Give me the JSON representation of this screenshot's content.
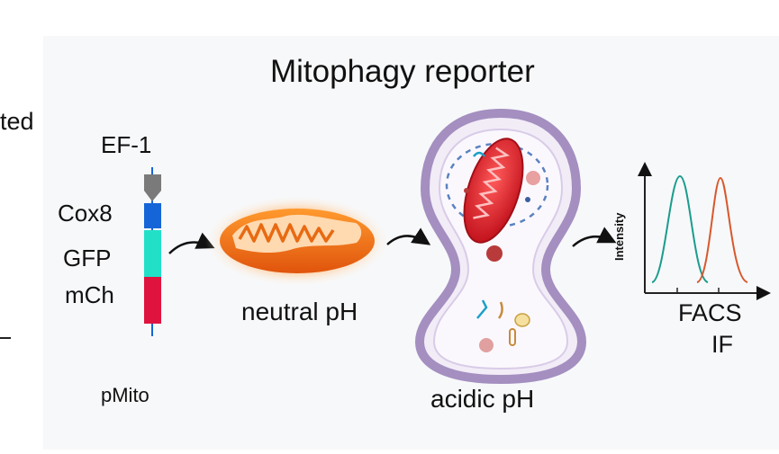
{
  "title": "Mitophagy reporter",
  "left_cut_text": "ted",
  "construct": {
    "promoter": "EF-1",
    "segments": [
      "Cox8",
      "GFP",
      "mCh"
    ],
    "name": "pMito"
  },
  "labels": {
    "neutral": "neutral pH",
    "acidic": "acidic pH",
    "facs": "FACS",
    "if": "IF",
    "intensity": "Intensity"
  },
  "colors": {
    "cox8": "#1565d8",
    "gfp": "#22e0c8",
    "mch": "#e0133f",
    "promoter": "#7a7a7a",
    "mito": "#f07a1c",
    "teal_curve": "#1a9c8c",
    "red_curve": "#d8582c",
    "lysosome": "#a48fc0"
  }
}
